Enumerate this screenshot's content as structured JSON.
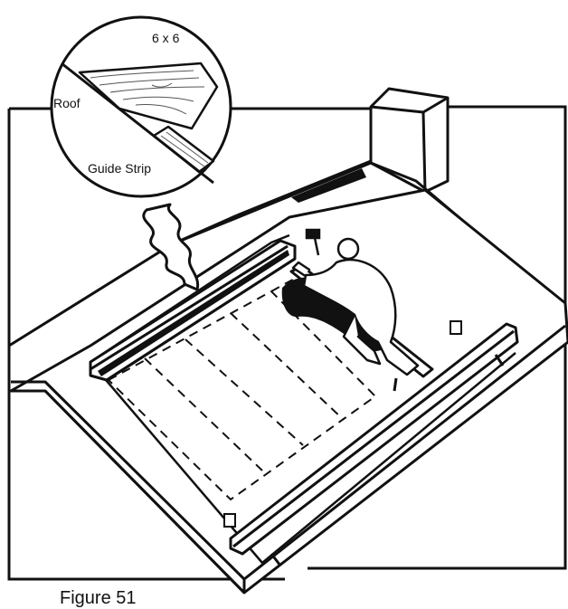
{
  "labels": {
    "dimension": "6 x 6",
    "roof": "Roof",
    "guide_strip": "Guide Strip",
    "figure": "Figure 51"
  },
  "colors": {
    "ink": "#111111",
    "paper": "#ffffff"
  },
  "icons": {
    "worker": "roofer-figure",
    "hammer": "hammer-icon"
  }
}
